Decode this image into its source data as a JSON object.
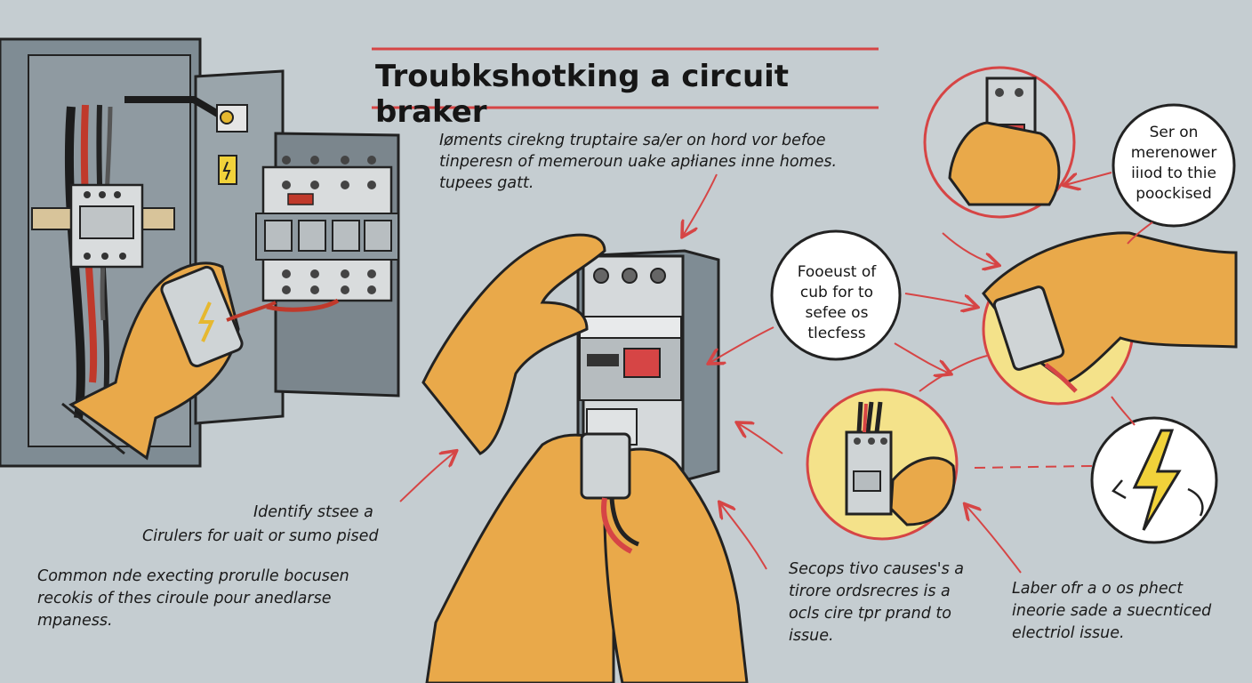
{
  "title": "Troubkshotking a circuit braker",
  "intro": {
    "lines": [
      "Iøments cirekng truptaire sa/er on hord vor befoe",
      "tinperesn of memeroun uake apłianes inne homes.",
      "tupees gatt."
    ]
  },
  "left_notes": {
    "line1": "Identify stsee a",
    "line2": "Cirulers for uait or sumo pised",
    "line3": "Common nde execting prorulle bocusen",
    "line4": "recokis of thes ciroule pour anedlarse",
    "line5": "mpaness."
  },
  "bubble_mid": {
    "lines": [
      "Fooeust of",
      "cub for to",
      "sefee os",
      "tlecfess"
    ]
  },
  "bubble_top": {
    "lines": [
      "Ser on",
      "merenower",
      "iiıod to thie",
      "poockised"
    ]
  },
  "bottom_mid": {
    "lines": [
      "Secops tivo causes's a",
      "tirore ordsrecres is a",
      "ocls cire tpr prand to",
      "issue."
    ]
  },
  "bottom_right": {
    "lines": [
      "Laber ofr a o os phect",
      "ineorie sade a suecnticed",
      "electriol issue."
    ]
  },
  "colors": {
    "background": "#c5cdd1",
    "accent_red": "#d64545",
    "hand": "#e9a94a",
    "panel": "#7f8c94",
    "highlight_yellow": "#f4e28a"
  }
}
